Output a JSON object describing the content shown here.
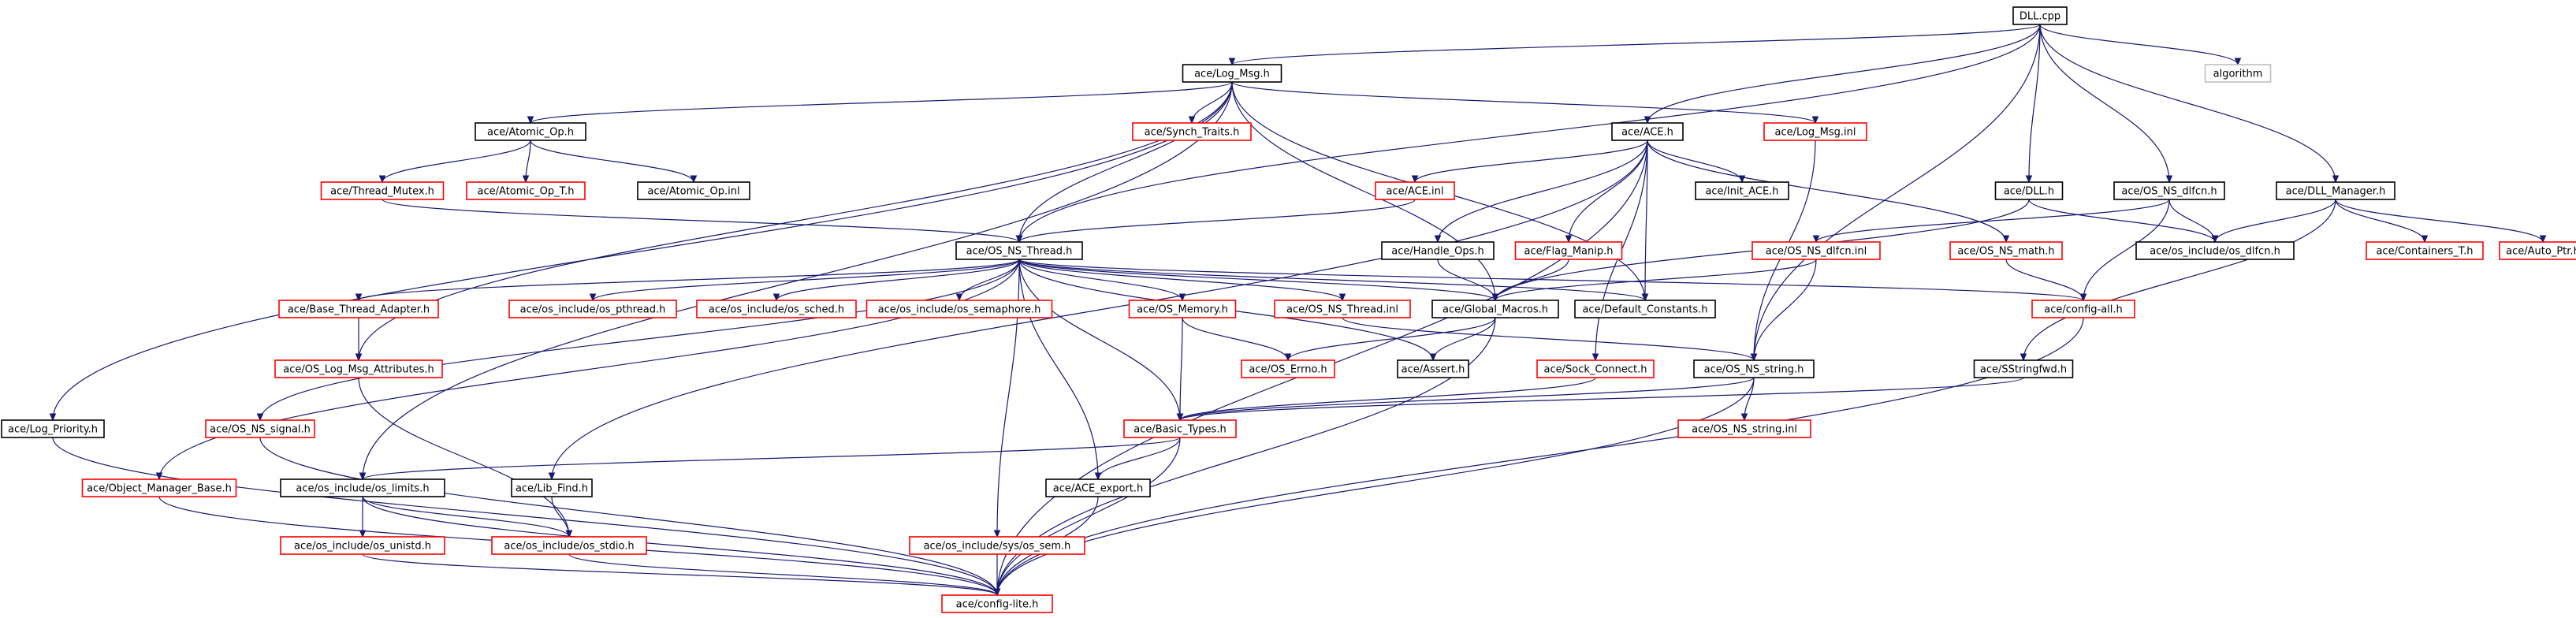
{
  "colors": {
    "edge": "#191970",
    "root_fill": "#bfbfbf",
    "documented_border": "#000000",
    "undocumented_border": "#ff0000",
    "external_border": "#bfbfbf",
    "external_text": "#000000"
  },
  "nodes": [
    {
      "id": "dll_cpp",
      "label": "DLL.cpp",
      "kind": "root"
    },
    {
      "id": "log_msg_h",
      "label": "ace/Log_Msg.h",
      "kind": "documented"
    },
    {
      "id": "algorithm",
      "label": "algorithm",
      "kind": "external"
    },
    {
      "id": "atomic_op_h",
      "label": "ace/Atomic_Op.h",
      "kind": "documented"
    },
    {
      "id": "synch_traits_h",
      "label": "ace/Synch_Traits.h",
      "kind": "undocumented"
    },
    {
      "id": "ace_h",
      "label": "ace/ACE.h",
      "kind": "documented"
    },
    {
      "id": "log_msg_inl",
      "label": "ace/Log_Msg.inl",
      "kind": "undocumented"
    },
    {
      "id": "thread_mutex_h",
      "label": "ace/Thread_Mutex.h",
      "kind": "undocumented"
    },
    {
      "id": "atomic_op_t_h",
      "label": "ace/Atomic_Op_T.h",
      "kind": "undocumented"
    },
    {
      "id": "atomic_op_inl",
      "label": "ace/Atomic_Op.inl",
      "kind": "documented"
    },
    {
      "id": "ace_inl",
      "label": "ace/ACE.inl",
      "kind": "undocumented"
    },
    {
      "id": "init_ace_h",
      "label": "ace/Init_ACE.h",
      "kind": "documented"
    },
    {
      "id": "dll_h",
      "label": "ace/DLL.h",
      "kind": "documented"
    },
    {
      "id": "os_ns_dlfcn_h",
      "label": "ace/OS_NS_dlfcn.h",
      "kind": "documented"
    },
    {
      "id": "dll_manager_h",
      "label": "ace/DLL_Manager.h",
      "kind": "documented"
    },
    {
      "id": "os_ns_thread_h",
      "label": "ace/OS_NS_Thread.h",
      "kind": "documented"
    },
    {
      "id": "handle_ops_h",
      "label": "ace/Handle_Ops.h",
      "kind": "documented"
    },
    {
      "id": "flag_manip_h",
      "label": "ace/Flag_Manip.h",
      "kind": "undocumented"
    },
    {
      "id": "os_ns_dlfcn_inl",
      "label": "ace/OS_NS_dlfcn.inl",
      "kind": "undocumented"
    },
    {
      "id": "os_ns_math_h",
      "label": "ace/OS_NS_math.h",
      "kind": "undocumented"
    },
    {
      "id": "os_include_os_dlfcn_h",
      "label": "ace/os_include/os_dlfcn.h",
      "kind": "documented"
    },
    {
      "id": "containers_t_h",
      "label": "ace/Containers_T.h",
      "kind": "undocumented"
    },
    {
      "id": "auto_ptr_h",
      "label": "ace/Auto_Ptr.h",
      "kind": "undocumented"
    },
    {
      "id": "base_thread_adapter_h",
      "label": "ace/Base_Thread_Adapter.h",
      "kind": "undocumented"
    },
    {
      "id": "os_include_os_pthread_h",
      "label": "ace/os_include/os_pthread.h",
      "kind": "undocumented"
    },
    {
      "id": "os_include_os_sched_h",
      "label": "ace/os_include/os_sched.h",
      "kind": "undocumented"
    },
    {
      "id": "os_include_os_semaphore_h",
      "label": "ace/os_include/os_semaphore.h",
      "kind": "undocumented"
    },
    {
      "id": "os_memory_h",
      "label": "ace/OS_Memory.h",
      "kind": "undocumented"
    },
    {
      "id": "os_ns_thread_inl",
      "label": "ace/OS_NS_Thread.inl",
      "kind": "undocumented"
    },
    {
      "id": "global_macros_h",
      "label": "ace/Global_Macros.h",
      "kind": "documented"
    },
    {
      "id": "default_constants_h",
      "label": "ace/Default_Constants.h",
      "kind": "documented"
    },
    {
      "id": "config_all_h",
      "label": "ace/config-all.h",
      "kind": "undocumented"
    },
    {
      "id": "os_log_msg_attributes_h",
      "label": "ace/OS_Log_Msg_Attributes.h",
      "kind": "undocumented"
    },
    {
      "id": "os_errno_h",
      "label": "ace/OS_Errno.h",
      "kind": "undocumented"
    },
    {
      "id": "assert_h",
      "label": "ace/Assert.h",
      "kind": "documented"
    },
    {
      "id": "sock_connect_h",
      "label": "ace/Sock_Connect.h",
      "kind": "undocumented"
    },
    {
      "id": "os_ns_string_h",
      "label": "ace/OS_NS_string.h",
      "kind": "documented"
    },
    {
      "id": "sstringfwd_h",
      "label": "ace/SStringfwd.h",
      "kind": "documented"
    },
    {
      "id": "log_priority_h",
      "label": "ace/Log_Priority.h",
      "kind": "documented"
    },
    {
      "id": "os_ns_signal_h",
      "label": "ace/OS_NS_signal.h",
      "kind": "undocumented"
    },
    {
      "id": "basic_types_h",
      "label": "ace/Basic_Types.h",
      "kind": "undocumented"
    },
    {
      "id": "os_ns_string_inl",
      "label": "ace/OS_NS_string.inl",
      "kind": "undocumented"
    },
    {
      "id": "object_manager_base_h",
      "label": "ace/Object_Manager_Base.h",
      "kind": "undocumented"
    },
    {
      "id": "os_include_os_limits_h",
      "label": "ace/os_include/os_limits.h",
      "kind": "documented"
    },
    {
      "id": "lib_find_h",
      "label": "ace/Lib_Find.h",
      "kind": "documented"
    },
    {
      "id": "ace_export_h",
      "label": "ace/ACE_export.h",
      "kind": "documented"
    },
    {
      "id": "os_include_os_unistd_h",
      "label": "ace/os_include/os_unistd.h",
      "kind": "undocumented"
    },
    {
      "id": "os_include_os_stdio_h",
      "label": "ace/os_include/os_stdio.h",
      "kind": "undocumented"
    },
    {
      "id": "os_include_sys_os_sem_h",
      "label": "ace/os_include/sys/os_sem.h",
      "kind": "undocumented"
    },
    {
      "id": "config_lite_h",
      "label": "ace/config-lite.h",
      "kind": "undocumented"
    }
  ],
  "edges": [
    [
      "dll_cpp",
      "log_msg_h"
    ],
    [
      "dll_cpp",
      "algorithm"
    ],
    [
      "dll_cpp",
      "ace_h"
    ],
    [
      "dll_cpp",
      "dll_h"
    ],
    [
      "dll_cpp",
      "os_ns_dlfcn_h"
    ],
    [
      "dll_cpp",
      "dll_manager_h"
    ],
    [
      "dll_cpp",
      "os_ns_thread_h"
    ],
    [
      "dll_cpp",
      "os_ns_string_h"
    ],
    [
      "log_msg_h",
      "atomic_op_h"
    ],
    [
      "log_msg_h",
      "synch_traits_h"
    ],
    [
      "log_msg_h",
      "log_msg_inl"
    ],
    [
      "log_msg_h",
      "log_priority_h"
    ],
    [
      "log_msg_h",
      "os_log_msg_attributes_h"
    ],
    [
      "log_msg_h",
      "global_macros_h"
    ],
    [
      "log_msg_h",
      "default_constants_h"
    ],
    [
      "log_msg_h",
      "os_include_os_limits_h"
    ],
    [
      "log_msg_h",
      "os_ns_thread_h"
    ],
    [
      "atomic_op_h",
      "thread_mutex_h"
    ],
    [
      "atomic_op_h",
      "atomic_op_t_h"
    ],
    [
      "atomic_op_h",
      "atomic_op_inl"
    ],
    [
      "thread_mutex_h",
      "os_ns_thread_h"
    ],
    [
      "log_msg_inl",
      "os_ns_string_h"
    ],
    [
      "ace_h",
      "ace_inl"
    ],
    [
      "ace_h",
      "init_ace_h"
    ],
    [
      "ace_h",
      "handle_ops_h"
    ],
    [
      "ace_h",
      "flag_manip_h"
    ],
    [
      "ace_h",
      "os_ns_math_h"
    ],
    [
      "ace_h",
      "default_constants_h"
    ],
    [
      "ace_h",
      "sock_connect_h"
    ],
    [
      "ace_h",
      "lib_find_h"
    ],
    [
      "ace_h",
      "config_lite_h"
    ],
    [
      "ace_inl",
      "os_ns_thread_h"
    ],
    [
      "dll_h",
      "os_include_os_dlfcn_h"
    ],
    [
      "dll_h",
      "global_macros_h"
    ],
    [
      "os_ns_dlfcn_h",
      "os_include_os_dlfcn_h"
    ],
    [
      "os_ns_dlfcn_h",
      "os_ns_dlfcn_inl"
    ],
    [
      "os_ns_dlfcn_h",
      "config_all_h"
    ],
    [
      "dll_manager_h",
      "os_include_os_dlfcn_h"
    ],
    [
      "dll_manager_h",
      "containers_t_h"
    ],
    [
      "dll_manager_h",
      "auto_ptr_h"
    ],
    [
      "dll_manager_h",
      "sstringfwd_h"
    ],
    [
      "os_ns_dlfcn_inl",
      "os_ns_string_h"
    ],
    [
      "os_ns_dlfcn_inl",
      "global_macros_h"
    ],
    [
      "os_ns_math_h",
      "config_all_h"
    ],
    [
      "handle_ops_h",
      "global_macros_h"
    ],
    [
      "flag_manip_h",
      "global_macros_h"
    ],
    [
      "os_ns_thread_h",
      "base_thread_adapter_h"
    ],
    [
      "os_ns_thread_h",
      "os_include_os_pthread_h"
    ],
    [
      "os_ns_thread_h",
      "os_include_os_sched_h"
    ],
    [
      "os_ns_thread_h",
      "os_include_os_semaphore_h"
    ],
    [
      "os_ns_thread_h",
      "os_memory_h"
    ],
    [
      "os_ns_thread_h",
      "os_ns_thread_inl"
    ],
    [
      "os_ns_thread_h",
      "global_macros_h"
    ],
    [
      "os_ns_thread_h",
      "default_constants_h"
    ],
    [
      "os_ns_thread_h",
      "config_all_h"
    ],
    [
      "os_ns_thread_h",
      "assert_h"
    ],
    [
      "os_ns_thread_h",
      "basic_types_h"
    ],
    [
      "os_ns_thread_h",
      "ace_export_h"
    ],
    [
      "os_ns_thread_h",
      "os_ns_signal_h"
    ],
    [
      "os_ns_thread_h",
      "object_manager_base_h"
    ],
    [
      "os_ns_thread_h",
      "os_include_sys_os_sem_h"
    ],
    [
      "base_thread_adapter_h",
      "os_log_msg_attributes_h"
    ],
    [
      "os_log_msg_attributes_h",
      "os_include_os_stdio_h"
    ],
    [
      "os_memory_h",
      "os_errno_h"
    ],
    [
      "os_memory_h",
      "basic_types_h"
    ],
    [
      "os_ns_thread_inl",
      "os_ns_string_h"
    ],
    [
      "global_macros_h",
      "os_errno_h"
    ],
    [
      "global_macros_h",
      "assert_h"
    ],
    [
      "global_macros_h",
      "config_lite_h"
    ],
    [
      "config_all_h",
      "config_lite_h"
    ],
    [
      "sock_connect_h",
      "basic_types_h"
    ],
    [
      "os_ns_string_h",
      "basic_types_h"
    ],
    [
      "os_ns_string_h",
      "os_ns_string_inl"
    ],
    [
      "os_ns_string_h",
      "config_lite_h"
    ],
    [
      "sstringfwd_h",
      "basic_types_h"
    ],
    [
      "log_priority_h",
      "config_lite_h"
    ],
    [
      "os_ns_signal_h",
      "config_lite_h"
    ],
    [
      "object_manager_base_h",
      "config_lite_h"
    ],
    [
      "basic_types_h",
      "os_include_os_limits_h"
    ],
    [
      "basic_types_h",
      "ace_export_h"
    ],
    [
      "basic_types_h",
      "config_lite_h"
    ],
    [
      "os_include_os_limits_h",
      "os_include_os_unistd_h"
    ],
    [
      "os_include_os_limits_h",
      "os_include_os_stdio_h"
    ],
    [
      "os_include_os_limits_h",
      "config_lite_h"
    ],
    [
      "lib_find_h",
      "os_include_os_stdio_h"
    ],
    [
      "os_include_os_unistd_h",
      "config_lite_h"
    ],
    [
      "os_include_os_stdio_h",
      "config_lite_h"
    ],
    [
      "ace_export_h",
      "config_lite_h"
    ],
    [
      "os_include_sys_os_sem_h",
      "config_lite_h"
    ]
  ]
}
